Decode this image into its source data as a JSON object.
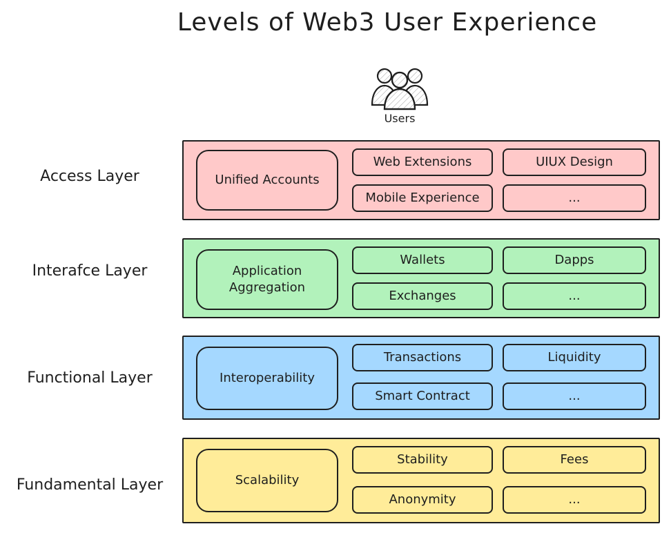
{
  "title": "Levels of Web3 User Experience",
  "users": {
    "label": "Users",
    "icon": "users-group-icon"
  },
  "colors": {
    "access": "#ffc9c9",
    "interface": "#b2f2bb",
    "functional": "#a5d8ff",
    "fundamental": "#ffec99",
    "stroke": "#1e1e1e"
  },
  "layers": [
    {
      "name": "Access Layer",
      "main": "Unified Accounts",
      "items": [
        "Web Extensions",
        "UIUX Design",
        "Mobile Experience",
        "..."
      ]
    },
    {
      "name": "Interafce Layer",
      "main": "Application Aggregation",
      "items": [
        "Wallets",
        "Dapps",
        "Exchanges",
        "..."
      ]
    },
    {
      "name": "Functional Layer",
      "main": "Interoperability",
      "items": [
        "Transactions",
        "Liquidity",
        "Smart Contract",
        "..."
      ]
    },
    {
      "name": "Fundamental Layer",
      "main": "Scalability",
      "items": [
        "Stability",
        "Fees",
        "Anonymity",
        "..."
      ]
    }
  ]
}
